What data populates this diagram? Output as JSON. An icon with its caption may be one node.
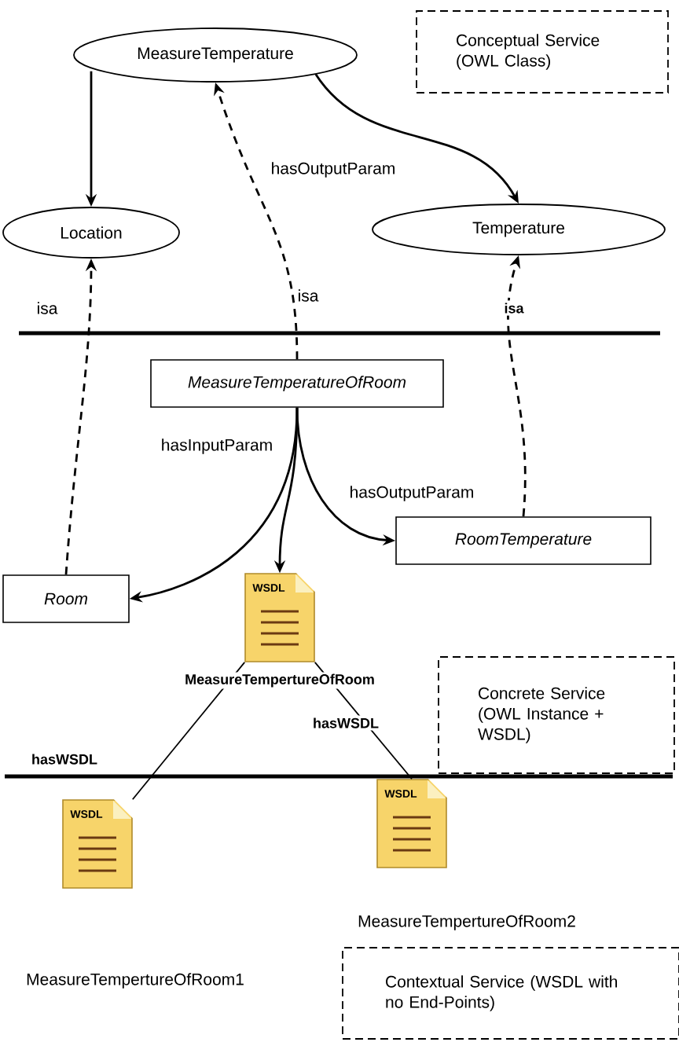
{
  "diagram": {
    "nodes": [
      {
        "text": [
          "MeasureTemperature"
        ]
      },
      {
        "text": [
          "Location"
        ]
      },
      {
        "text": [
          "Temperature"
        ]
      },
      {
        "text": [
          "Conceptual Service (OWL Class)"
        ]
      },
      {
        "text": [
          "MeasureTemperatureOfRoom"
        ]
      },
      {
        "text": [
          "RoomTemperature"
        ]
      },
      {
        "text": [
          "Room"
        ]
      },
      {
        "text": [
          "WSDL"
        ]
      },
      {
        "text": [
          "Concrete Service (OWL Instance + WSDL)"
        ]
      },
      {
        "text": [
          "WSDL"
        ]
      },
      {
        "text": [
          "WSDL"
        ]
      },
      {
        "text": [
          "Contextual Service (WSDL with no End-Points)"
        ]
      }
    ],
    "edges": [
      {
        "from": 0,
        "to": 1,
        "arrow": "to"
      },
      {
        "from": 0,
        "to": 2,
        "arrow": "to",
        "label": "hasOutputParam"
      },
      {
        "from": 4,
        "to": 0,
        "arrow": "to",
        "label": "isa",
        "style": "dashed"
      },
      {
        "from": 6,
        "to": 1,
        "arrow": "to",
        "label": "isa",
        "style": "dashed"
      },
      {
        "from": 5,
        "to": 2,
        "arrow": "to",
        "label": "isa",
        "style": "dashed"
      },
      {
        "from": 4,
        "to": 6,
        "arrow": "to",
        "label": "hasInputParam"
      },
      {
        "from": 4,
        "to": 7,
        "arrow": "to"
      },
      {
        "from": 4,
        "to": 5,
        "arrow": "to",
        "label": "hasOutputParam"
      },
      {
        "from": 7,
        "to": 9,
        "arrow": "none",
        "label": "hasWSDL"
      },
      {
        "from": 7,
        "to": 10,
        "arrow": "none",
        "label": "hasWSDL"
      }
    ],
    "labels": [
      "MeasureTempertureOfRoom",
      "MeasureTempertureOfRoom2",
      "MeasureTempertureOfRoom1"
    ]
  }
}
